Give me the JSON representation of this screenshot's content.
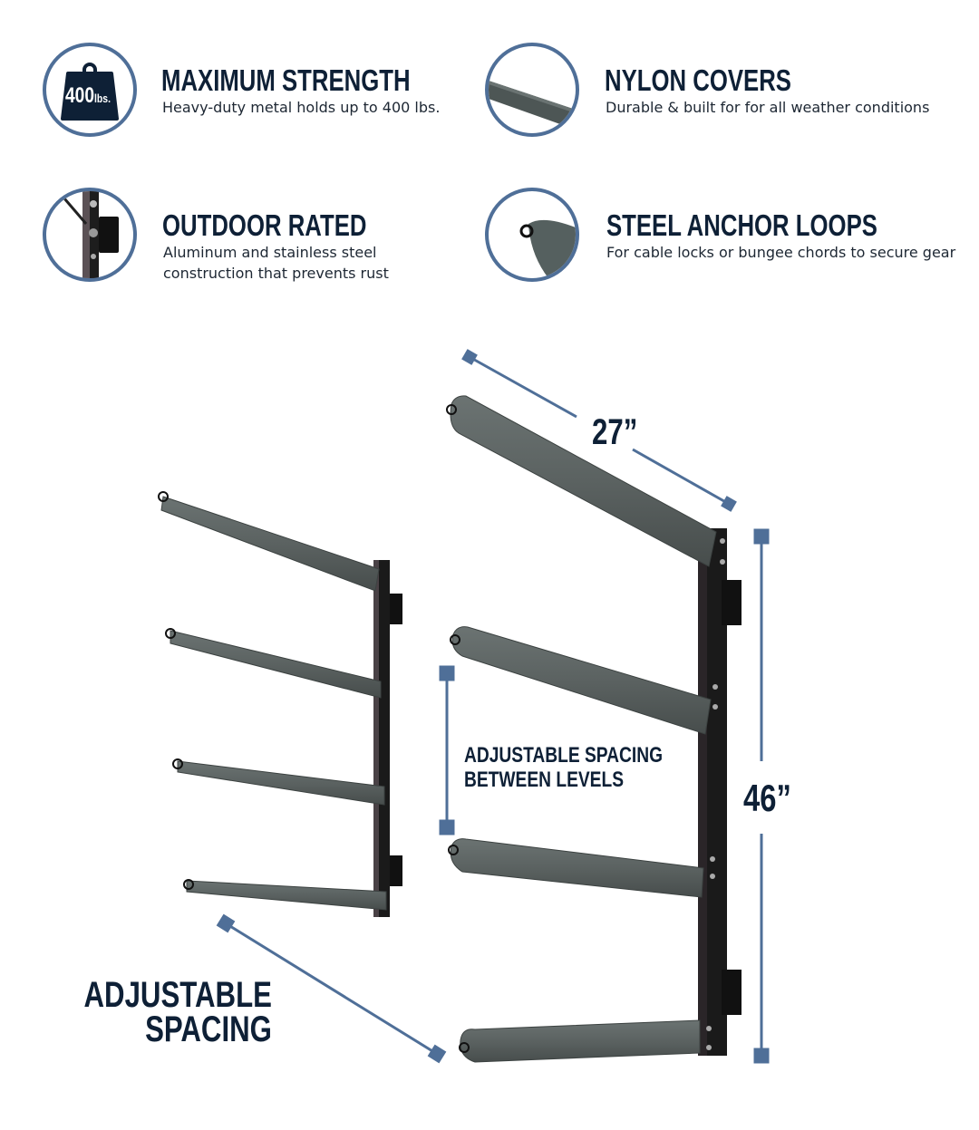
{
  "features": [
    {
      "title": "MAXIMUM STRENGTH",
      "description": [
        "Heavy-duty metal holds up to 400 lbs."
      ],
      "icon": "weight-icon",
      "icon_text_main": "400",
      "icon_text_unit": "lbs."
    },
    {
      "title": "NYLON COVERS",
      "description": [
        "Durable & built for for all weather conditions"
      ],
      "icon": "padded-arm-icon"
    },
    {
      "title": "OUTDOOR RATED",
      "description": [
        "Aluminum and stainless steel",
        "construction that prevents rust"
      ],
      "icon": "bracket-icon"
    },
    {
      "title": "STEEL ANCHOR LOOPS",
      "description": [
        "For cable locks or bungee chords to secure gear"
      ],
      "icon": "anchor-loop-icon"
    }
  ],
  "dimensions": {
    "arm_length": "27”",
    "rack_height": "46”"
  },
  "callouts": {
    "between_levels": [
      "ADJUSTABLE SPACING",
      "BETWEEN LEVELS"
    ],
    "spacing": [
      "ADJUSTABLE",
      "SPACING"
    ]
  },
  "colors": {
    "navy": "#0e2036",
    "accent_blue": "#4f6f98",
    "pad_gray": "#5b6261",
    "frame_black": "#1a1a1a"
  }
}
